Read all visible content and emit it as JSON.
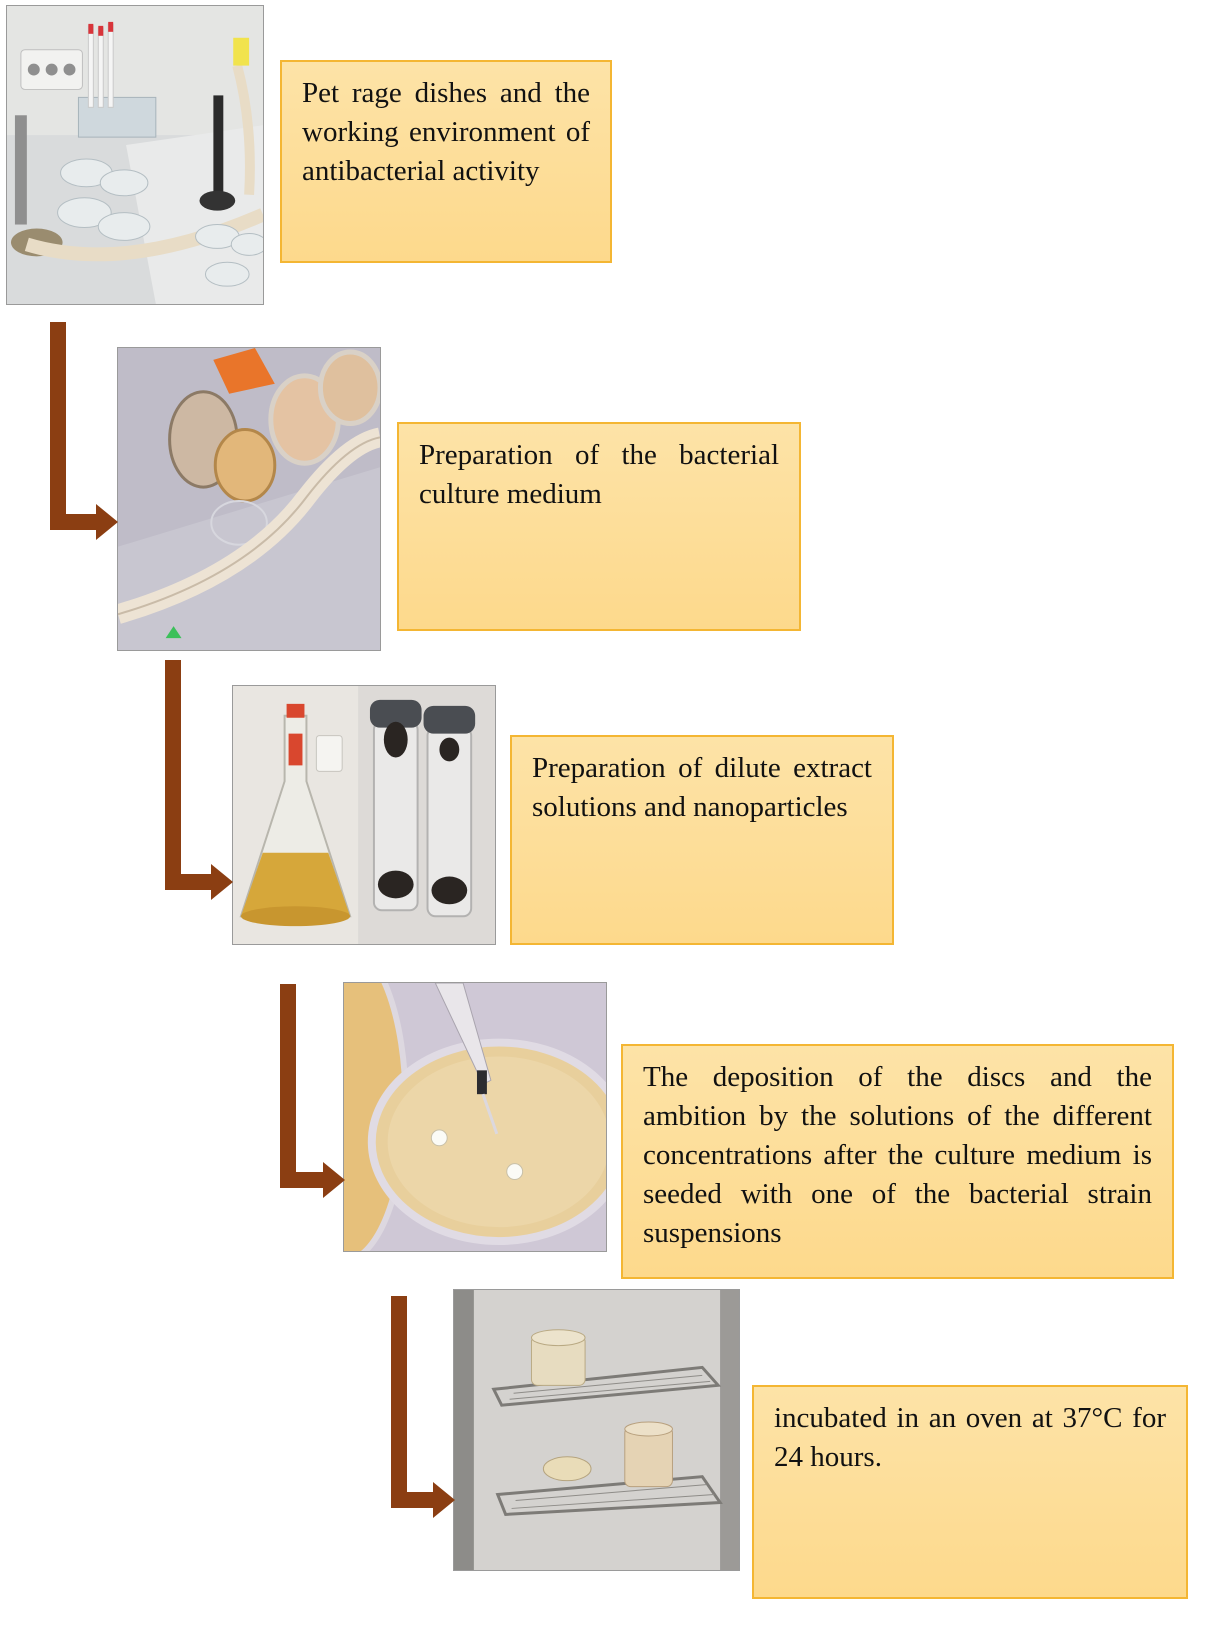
{
  "diagram": {
    "arrow_color": "#8b3e12",
    "box_fill": "#fddc95",
    "box_border": "#f4b633",
    "steps": [
      {
        "text": "Pet rage dishes and the working environment of antibacterial activity"
      },
      {
        "text": "Preparation of the bacterial culture medium"
      },
      {
        "text": "Preparation of dilute extract solutions and nanoparticles"
      },
      {
        "text": "The deposition of the discs and the ambition by the solutions of the different concentrations after the culture medium is seeded with one of the bacterial strain suspensions"
      },
      {
        "text": "incubated in an oven at 37°C for 24 hours."
      }
    ]
  }
}
